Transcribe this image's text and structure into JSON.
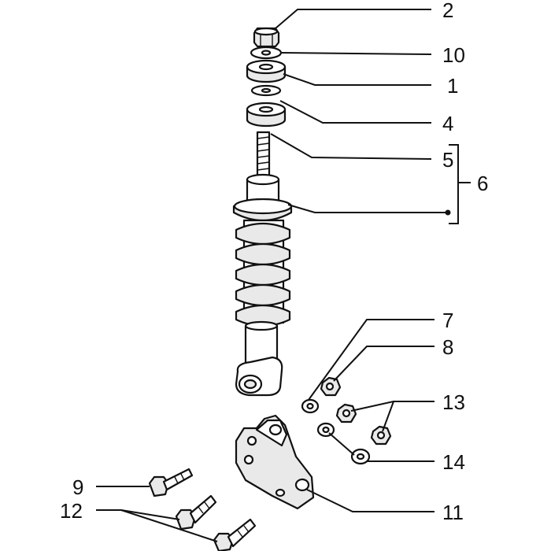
{
  "labels": {
    "l1": "1",
    "l2": "2",
    "l4": "4",
    "l5": "5",
    "l6": "6",
    "l7": "7",
    "l8": "8",
    "l9": "9",
    "l10": "10",
    "l11": "11",
    "l12": "12",
    "l13": "13",
    "l14": "14"
  }
}
